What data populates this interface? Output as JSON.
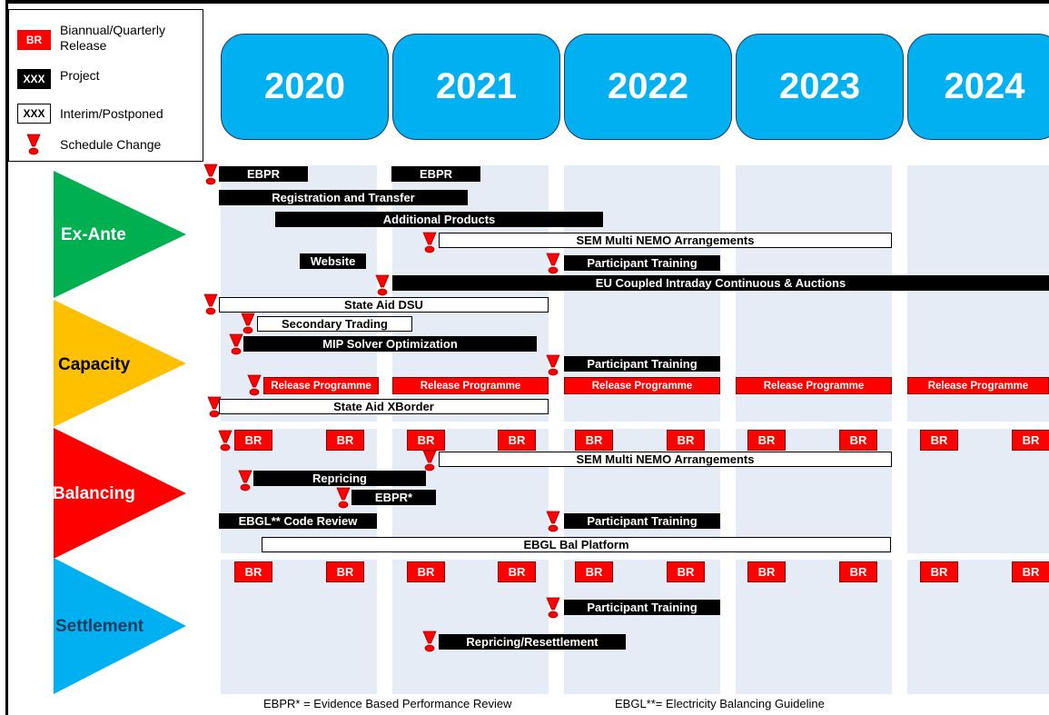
{
  "legend": {
    "br_swatch": "BR",
    "br_text": "Biannual/Quarterly Release",
    "project_swatch": "XXX",
    "project_text": "Project",
    "interim_swatch": "XXX",
    "interim_text": "Interim/Postponed",
    "change_text": "Schedule Change"
  },
  "years": [
    "2020",
    "2021",
    "2022",
    "2023",
    "2024"
  ],
  "lanes": {
    "exante": "Ex-Ante",
    "capacity": "Capacity",
    "balancing": "Balancing",
    "settlement": "Settlement"
  },
  "bars": {
    "ebpr_1": "EBPR",
    "ebpr_2": "EBPR",
    "registration": "Registration and Transfer",
    "additional_products": "Additional Products",
    "sem_nemo_1": "SEM Multi NEMO Arrangements",
    "website": "Website",
    "participant_training_1": "Participant Training",
    "eu_coupled": "EU Coupled Intraday Continuous & Auctions",
    "state_aid_dsu": "State Aid DSU",
    "secondary_trading": "Secondary Trading",
    "mip_solver": "MIP Solver Optimization",
    "participant_training_2": "Participant Training",
    "release_programme": "Release Programme",
    "state_aid_xborder": "State Aid XBorder",
    "br": "BR",
    "sem_nemo_2": "SEM Multi NEMO Arrangements",
    "repricing": "Repricing",
    "ebpr_star": "EBPR*",
    "ebgl_code_review": "EBGL** Code Review",
    "participant_training_3": "Participant Training",
    "ebgl_bal_platform": "EBGL Bal Platform",
    "participant_training_4": "Participant Training",
    "repricing_resettlement": "Repricing/Resettlement"
  },
  "footnotes": {
    "ebpr": "EBPR* = Evidence Based Performance Review",
    "ebgl": "EBGL**= Electricity Balancing Guideline"
  },
  "colors": {
    "year_fill": "#00b0f0",
    "exante": "#00b050",
    "capacity": "#ffc000",
    "balancing": "#ff0000",
    "settlement": "#00b0f0",
    "release": "#ff0000",
    "lane_bg": "#e6ecf5"
  }
}
